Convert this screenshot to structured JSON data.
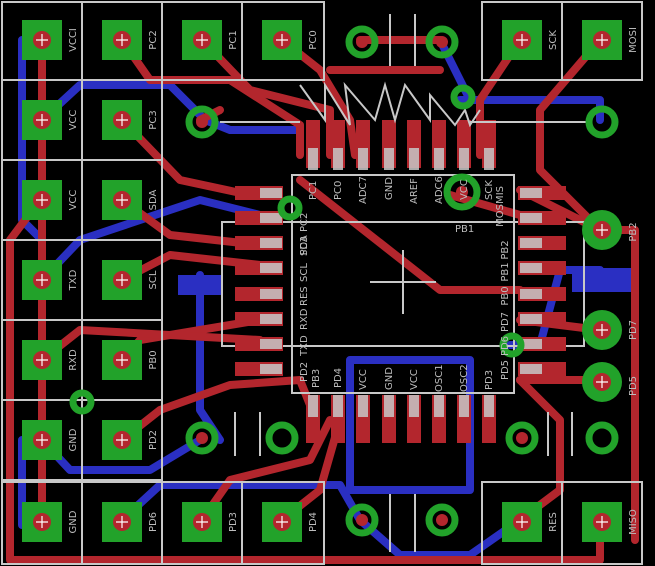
{
  "colors": {
    "background": "#000000",
    "top_copper": "#b3262d",
    "bottom_copper": "#2a2fc2",
    "pad_fill": "#22a22a",
    "via_ring": "#22a22a",
    "silkscreen": "#c8c8c8",
    "pad_center_cross": "#ffffff"
  },
  "header_labels": {
    "left": [
      "VCCI",
      "PC2",
      "PC1",
      "PC0",
      "VCC",
      "PC3",
      "VCC",
      "SDA",
      "TXD",
      "SCL",
      "RXD",
      "PB0",
      "GND",
      "PD2",
      "GND",
      "PD6",
      "PD3",
      "PD4"
    ],
    "right_top": [
      "SCK",
      "MOSI"
    ],
    "right_side": [
      "PB2",
      "PD7",
      "PD5"
    ],
    "right_bottom": [
      "RES",
      "MISO"
    ]
  },
  "chip": {
    "top_pins": [
      "PC1",
      "PC0",
      "ADC7",
      "GND",
      "AREF",
      "ADC6",
      "VCC",
      "SCK"
    ],
    "top_extra": [
      "PB1"
    ],
    "left_pins": [
      "PC2",
      "PC3",
      "SDA",
      "SCL",
      "RES",
      "RXD",
      "TXD",
      "PD2"
    ],
    "right_pins": [
      "MIS",
      "MOS",
      "PB2",
      "PB1",
      "PB0",
      "PD7",
      "PD6",
      "PD5"
    ],
    "bottom_pins": [
      "PD3",
      "PD4",
      "VCC",
      "GND",
      "VCC",
      "OSC1",
      "OSC2"
    ],
    "extra_left_top": [
      "PB3"
    ]
  }
}
